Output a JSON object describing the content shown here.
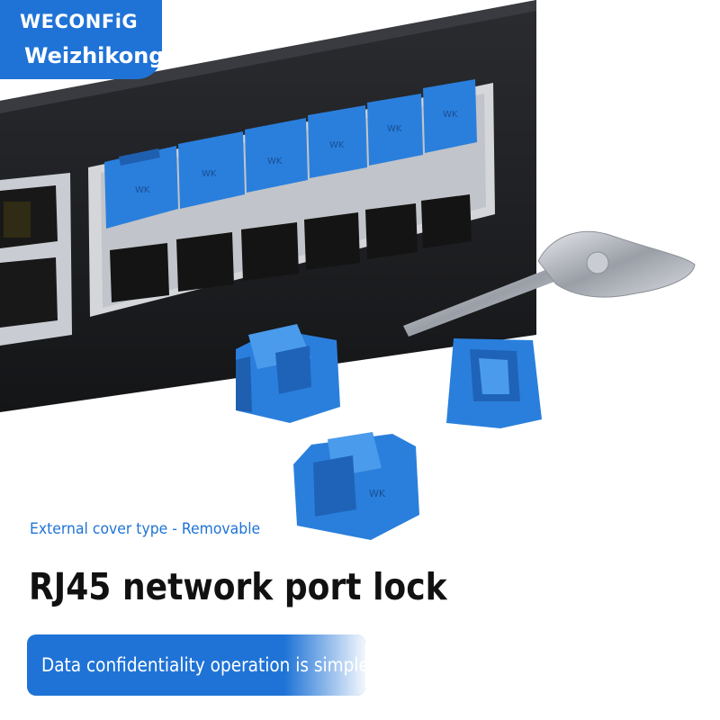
{
  "brand": {
    "logo_text": "WECONFiG",
    "name": "Weizhikong"
  },
  "product": {
    "subtitle": "External cover type - Removable",
    "title": "RJ45 network port lock",
    "banner": "Data confidentiality operation is simple"
  },
  "lock_marking": "WK",
  "colors": {
    "accent_blue": "#1f73d6",
    "lock_blue": "#2a7fdc",
    "switch_body": "#1e1f22",
    "text_dark": "#111111"
  },
  "icons": {
    "key": "key-icon",
    "port_lock": "port-lock-icon"
  }
}
